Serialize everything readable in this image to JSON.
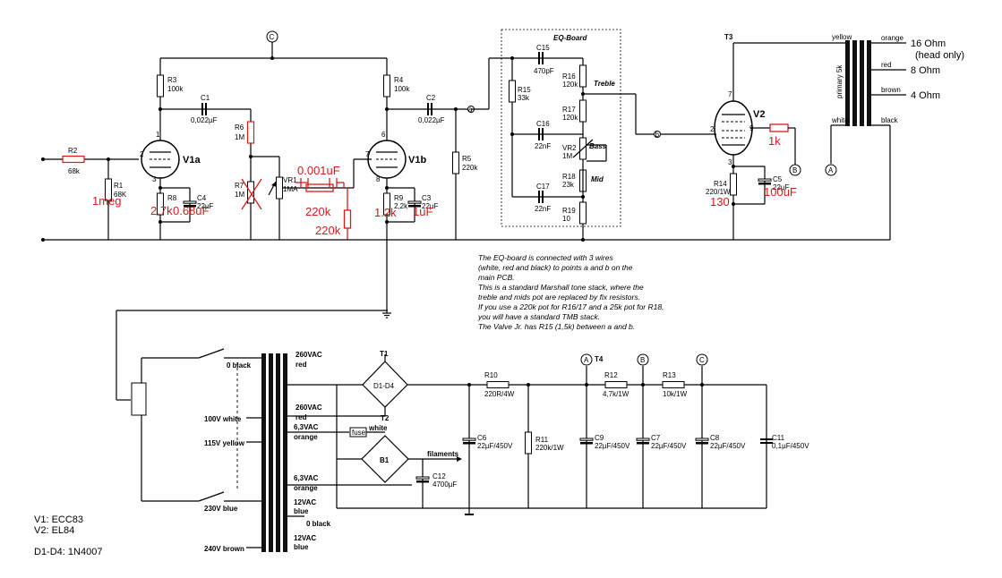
{
  "colors": {
    "ink": "#000000",
    "mod": "#d81b1b",
    "paper": "#ffffff"
  },
  "preamp": {
    "r2": {
      "name": "R2",
      "value": "68k"
    },
    "r1": {
      "name": "R1",
      "value": "68K"
    },
    "r3": {
      "name": "R3",
      "value": "100k"
    },
    "c1": {
      "name": "C1",
      "value": "0,022µF"
    },
    "r6": {
      "name": "R6",
      "value": "1M"
    },
    "r7": {
      "name": "R7",
      "value": "1M"
    },
    "vr1": {
      "name": "VR1",
      "value": "1MA"
    },
    "r8": {
      "name": "R8"
    },
    "c4": {
      "name": "C4",
      "value": "22µF"
    },
    "v1a": "V1a",
    "v1b": "V1b",
    "r4": {
      "name": "R4",
      "value": "100k"
    },
    "c2": {
      "name": "C2",
      "value": "0,022µF"
    },
    "r5": {
      "name": "R5",
      "value": "220k"
    },
    "r9": {
      "name": "R9",
      "value": "2,2k"
    },
    "c3": {
      "name": "C3",
      "value": "22µF"
    },
    "pins": {
      "p1": "1",
      "p2": "2",
      "p3": "3",
      "p6": "6",
      "p7": "7",
      "p8": "8"
    },
    "point_a": "a",
    "point_c": "C"
  },
  "eq": {
    "title": "EQ-Board",
    "c15": {
      "name": "C15",
      "value": "470pF"
    },
    "r16": {
      "name": "R16",
      "value": "120k"
    },
    "treble": "Treble",
    "r15": {
      "name": "R15",
      "value": "33k"
    },
    "c16": {
      "name": "C16",
      "value": "22nF"
    },
    "r17": {
      "name": "R17",
      "value": "120k"
    },
    "vr2": {
      "name": "VR2",
      "value": "1M"
    },
    "bass": "Bass",
    "r18": {
      "name": "R18",
      "value": "23k"
    },
    "mid": "Mid",
    "c17": {
      "name": "C17",
      "value": "22nF"
    },
    "r19": {
      "name": "R19",
      "value": "10"
    }
  },
  "poweramp": {
    "t3": "T3",
    "v2": "V2",
    "r14": {
      "name": "R14",
      "value": "220/1W"
    },
    "c5": {
      "name": "C5",
      "value": "22µF"
    },
    "point_b": "b",
    "pins": {
      "p2": "2",
      "p3": "3",
      "p7": "7",
      "p9": "9"
    },
    "wires": {
      "yellow": "yellow",
      "white": "white",
      "orange": "orange",
      "red": "red",
      "brown": "brown",
      "black": "black"
    },
    "primary": "primary 5k",
    "taps": [
      "16 Ohm",
      "(head only)",
      "8 Ohm",
      "4 Ohm"
    ],
    "node_a": "A",
    "node_b": "B"
  },
  "mods": {
    "m_1meg": "1meg",
    "m_27k": "2.7k",
    "m_068": "0.68uF",
    "m_0001": "0.001uF",
    "m_220k_a": "220k",
    "m_220k_b": "220k",
    "m_12k": "1.2k",
    "m_1uf": "1uF",
    "m_1k": "1k",
    "m_130": "130",
    "m_100uf": "100uF"
  },
  "note": [
    "The EQ-board is connected with 3 wires",
    "(white, red and black) to points a and b on the",
    "main PCB.",
    "This is a standard Marshall tone stack, where the",
    "treble and mids pot are replaced by fix resistors.",
    "If you use a 220k pot for R16/17 and a 25k pot for R18,",
    "you will have a standard TMB stack.",
    "The Valve Jr. has R15 (1,5k) between a and b."
  ],
  "psu": {
    "pri": {
      "b0": "0 black",
      "w100": "100V white",
      "y115": "115V yellow",
      "b230": "230V blue",
      "b240": "240V brown"
    },
    "sec1a": "260VAC",
    "sec1b": "red",
    "sec2a": "260VAC",
    "sec2b": "red",
    "sec3a": "6,3VAC",
    "sec3b": "orange",
    "sec4a": "6,3VAC",
    "sec4b": "orange",
    "sec5a": "12VAC",
    "sec5b": "blue",
    "sec6": "0 black",
    "sec7a": "12VAC",
    "sec7b": "blue",
    "fuse": "fuse",
    "white": "white",
    "t1": "T1",
    "t2": "T2",
    "t4": "T4",
    "d1d4": "D1-D4",
    "b1": "B1",
    "filaments": "filaments",
    "r10": {
      "name": "R10",
      "value": "220R/4W"
    },
    "r11": {
      "name": "R11",
      "value": "220k/1W"
    },
    "r12": {
      "name": "R12",
      "value": "4,7k/1W"
    },
    "r13": {
      "name": "R13",
      "value": "10k/1W"
    },
    "c6": {
      "name": "C6",
      "value": "22µF/450V"
    },
    "c9": {
      "name": "C9",
      "value": "22µF/450V"
    },
    "c7": {
      "name": "C7",
      "value": "22µF/450V"
    },
    "c8": {
      "name": "C8",
      "value": "22µF/450V"
    },
    "c11": {
      "name": "C11",
      "value": "0,1µF/450V"
    },
    "c12": {
      "name": "C12",
      "value": "4700µF"
    },
    "node_a": "A",
    "node_b": "B",
    "node_c": "C"
  },
  "legend": {
    "v1": "V1: ECC83",
    "v2": "V2: EL84",
    "d": "D1-D4: 1N4007"
  }
}
